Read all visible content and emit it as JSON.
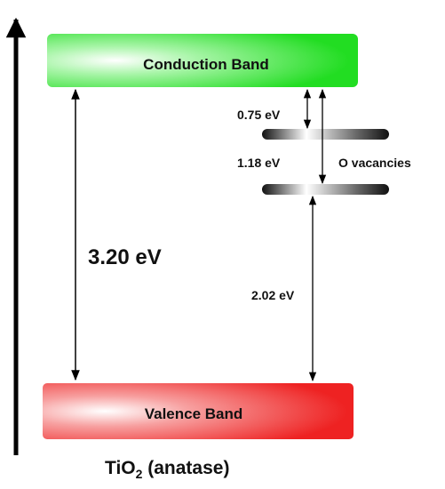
{
  "conduction_band": {
    "label": "Conduction Band",
    "color": "#22dd22"
  },
  "valence_band": {
    "label": "Valence Band",
    "color": "#ee2222"
  },
  "band_gap": {
    "label": "3.20 eV"
  },
  "defect_levels": {
    "label": "O vacancies",
    "gap_to_cb_upper": "0.75 eV",
    "gap_to_cb_lower": "1.18 eV",
    "gap_to_vb": "2.02 eV"
  },
  "material": {
    "name_prefix": "TiO",
    "subscript": "2",
    "name_suffix": " (anatase)"
  }
}
